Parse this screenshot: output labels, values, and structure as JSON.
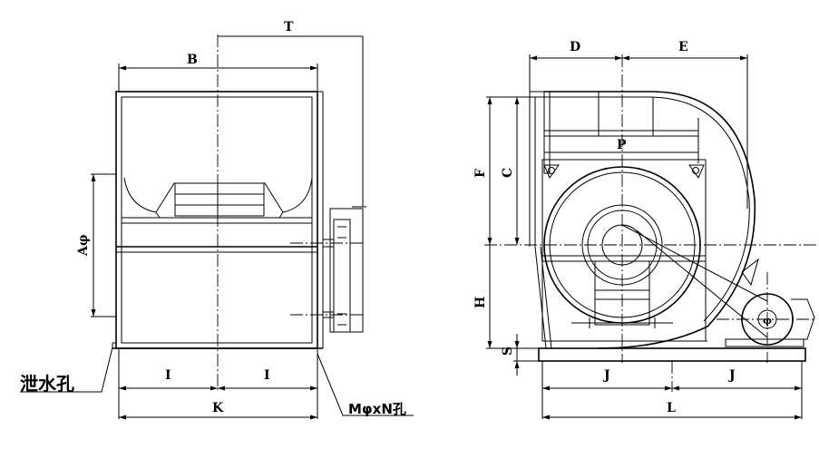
{
  "labels": {
    "T": "T",
    "B": "B",
    "A_phi": "Aφ",
    "I_left": "I",
    "I_right": "I",
    "K": "K",
    "drain_hole": "泄水孔",
    "bolt_holes": "MφxN孔",
    "D": "D",
    "E": "E",
    "P": "P",
    "F": "F",
    "C": "C",
    "H": "H",
    "S": "S",
    "J_left": "J",
    "J_right": "J",
    "L": "L",
    "phi": "φ"
  }
}
